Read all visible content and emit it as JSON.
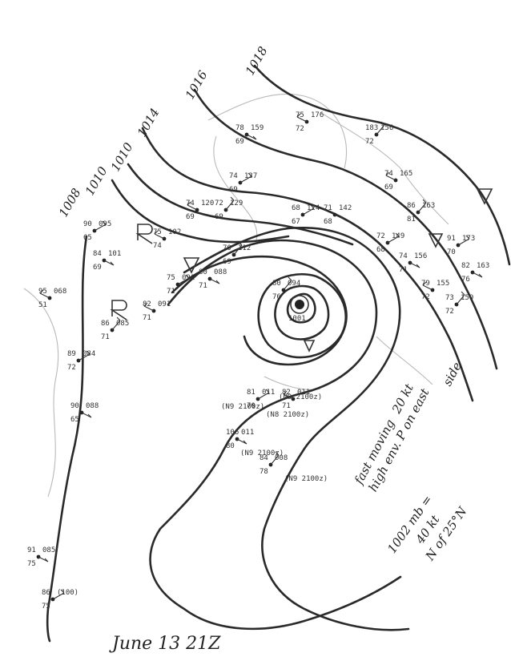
{
  "isobars": [
    {
      "id": "1008",
      "label": "1008"
    },
    {
      "id": "1010",
      "label": "1010"
    },
    {
      "id": "1010b",
      "label": "1010"
    },
    {
      "id": "1014",
      "label": "1014"
    },
    {
      "id": "1016",
      "label": "1016"
    },
    {
      "id": "1018",
      "label": "1018"
    }
  ],
  "annotations": {
    "note_line1": "fast moving",
    "note_speed": "20 kt",
    "note_line2": "high env. P on east",
    "note_line3": "side",
    "central_pressure": "1002 mb =",
    "max_wind": "40 kt",
    "position": "N of 25°N"
  },
  "date_label": "June 13 21Z",
  "stations": [
    {
      "id": "s1",
      "p": "095",
      "t": "90",
      "td": "65"
    },
    {
      "id": "s2",
      "p": "101",
      "t": "84",
      "td": "69"
    },
    {
      "id": "s3",
      "p": "068",
      "t": "95",
      "td": "51"
    },
    {
      "id": "s4",
      "p": "085",
      "t": "86",
      "td": "71"
    },
    {
      "id": "s5",
      "p": "084",
      "t": "89",
      "td": "72"
    },
    {
      "id": "s6",
      "p": "088",
      "t": "90",
      "td": "65"
    },
    {
      "id": "s7",
      "p": "120",
      "t": "74",
      "td": "69"
    },
    {
      "id": "s8",
      "p": "129",
      "t": "72",
      "td": "69"
    },
    {
      "id": "s9",
      "p": "137",
      "t": "74",
      "td": "69"
    },
    {
      "id": "s10",
      "p": "159",
      "t": "78",
      "td": "69"
    },
    {
      "id": "s11",
      "p": "176",
      "t": "75",
      "td": "72"
    },
    {
      "id": "s12",
      "p": "156",
      "t": "183",
      "td": "72"
    },
    {
      "id": "s13",
      "p": "124",
      "t": "68",
      "td": "67"
    },
    {
      "id": "s14",
      "p": "142",
      "t": "71",
      "td": "68"
    },
    {
      "id": "s15",
      "p": "102",
      "t": "75",
      "td": "74"
    },
    {
      "id": "s16",
      "p": "112",
      "t": "70",
      "td": "69"
    },
    {
      "id": "s17",
      "p": "091",
      "t": "75",
      "td": "71"
    },
    {
      "id": "s18",
      "p": "088",
      "t": "80",
      "td": "71"
    },
    {
      "id": "s19",
      "p": "091",
      "t": "82",
      "td": "71"
    },
    {
      "id": "s20",
      "p": "094",
      "t": "80",
      "td": "76"
    },
    {
      "id": "s21",
      "p": "149",
      "t": "72",
      "td": "68"
    },
    {
      "id": "s22",
      "p": "156",
      "t": "74",
      "td": "71"
    },
    {
      "id": "s23",
      "p": "165",
      "t": "74",
      "td": "69"
    },
    {
      "id": "s24",
      "p": "163",
      "t": "86",
      "td": "81"
    },
    {
      "id": "s25",
      "p": "173",
      "t": "91",
      "td": "70"
    },
    {
      "id": "s26",
      "p": "163",
      "t": "82",
      "td": "76"
    },
    {
      "id": "s27",
      "p": "155",
      "t": "79",
      "td": "72"
    },
    {
      "id": "s28",
      "p": "159",
      "t": "73",
      "td": "72"
    },
    {
      "id": "s29",
      "p": "011",
      "t": "81",
      "td": "70"
    },
    {
      "id": "s30",
      "p": "011",
      "t": "106",
      "td": "80"
    },
    {
      "id": "s31",
      "p": "011",
      "t": "82",
      "td": "71"
    },
    {
      "id": "s32",
      "p": "008",
      "t": "84",
      "td": "78"
    },
    {
      "id": "s33",
      "p": "(100)",
      "t": "86",
      "td": "75"
    },
    {
      "id": "s34",
      "p": "085",
      "t": "91",
      "td": "75"
    }
  ],
  "ship_reports": [
    "(N9 2100z)",
    "(N9 2100z)",
    "(N8 2100z)",
    "(N9 2100z)",
    "(N9 2100z)"
  ]
}
